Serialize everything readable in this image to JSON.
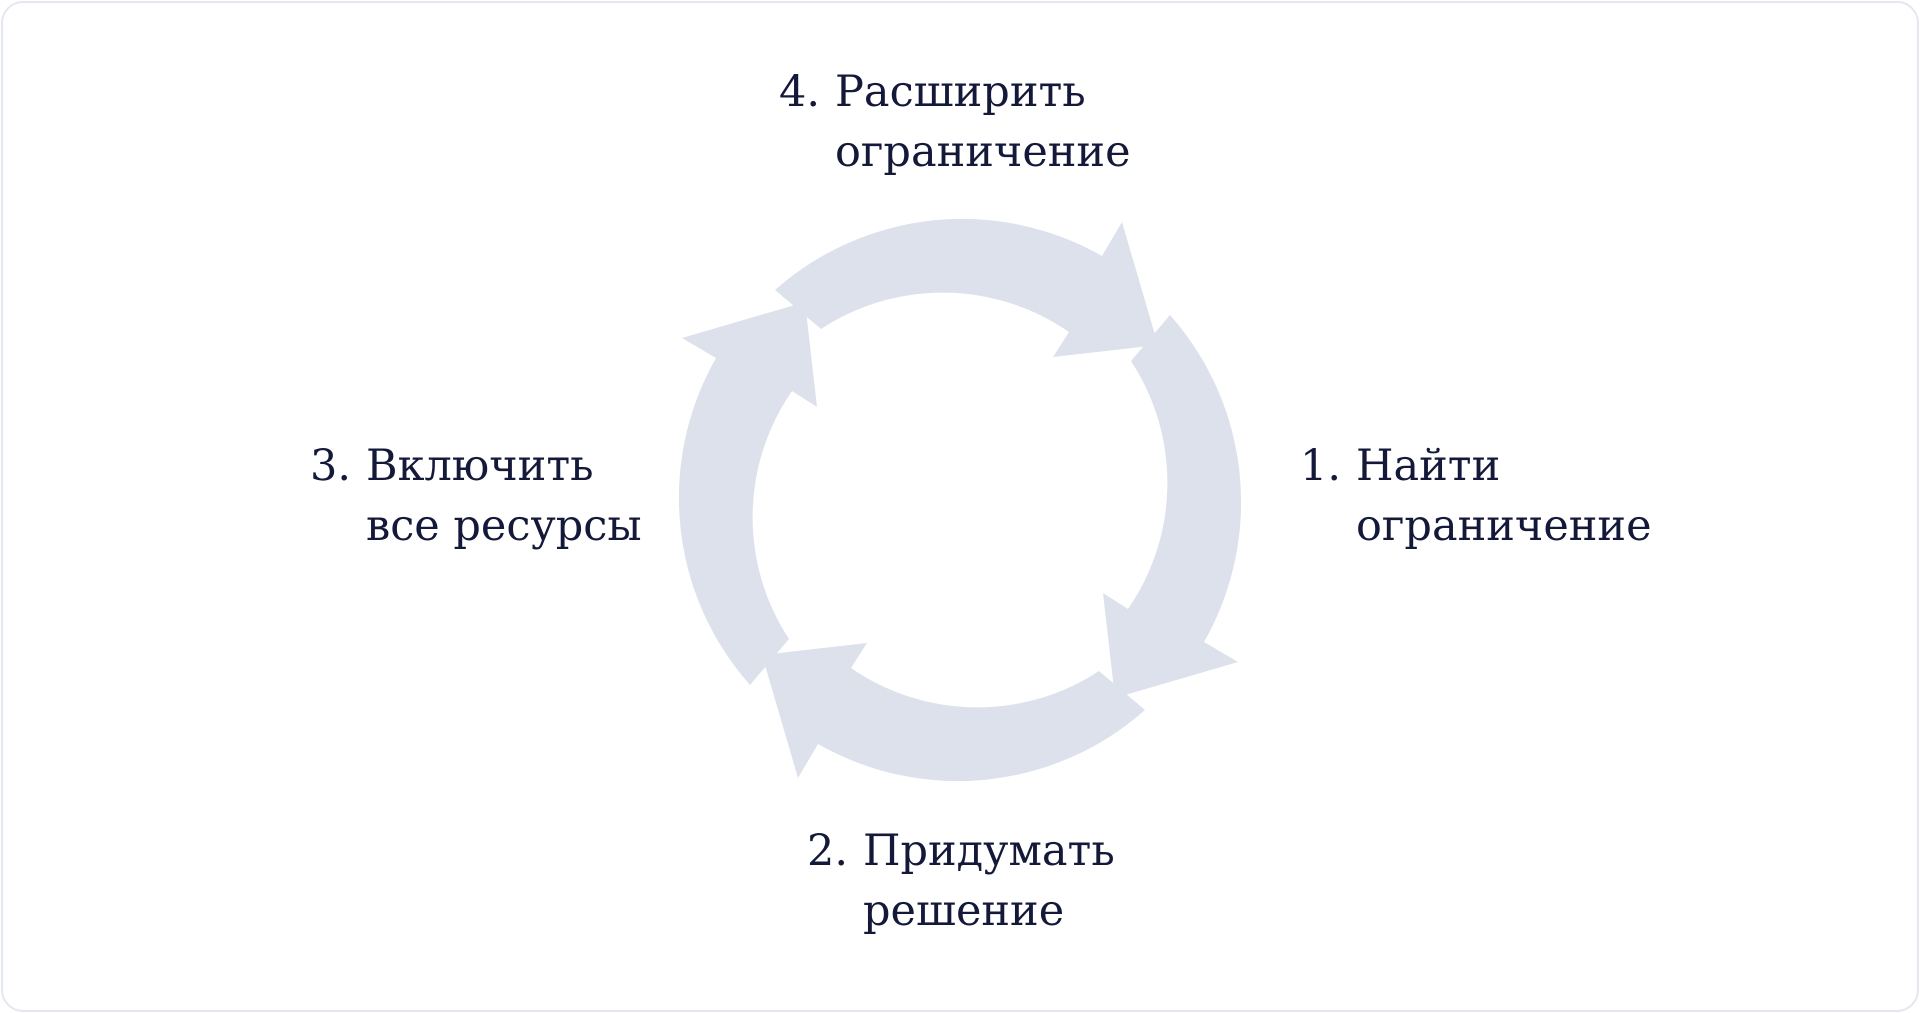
{
  "diagram": {
    "type": "cycle",
    "arrow_color": "#dce1ec",
    "text_color": "#14193a",
    "border_color": "#e3e7ef",
    "steps": [
      {
        "number": "1.",
        "line1": "Найти",
        "line2": "ограничение",
        "position": "right"
      },
      {
        "number": "2.",
        "line1": "Придумать",
        "line2": "решение",
        "position": "bottom"
      },
      {
        "number": "3.",
        "line1": "Включить",
        "line2": "все ресурсы",
        "position": "left"
      },
      {
        "number": "4.",
        "line1": "Расширить",
        "line2": "ограничение",
        "position": "top"
      }
    ],
    "arrows": [
      {
        "id": "top-right-arrow",
        "direction": "clockwise"
      },
      {
        "id": "right-bottom-arrow",
        "direction": "clockwise"
      },
      {
        "id": "bottom-left-arrow",
        "direction": "clockwise"
      },
      {
        "id": "left-top-arrow",
        "direction": "clockwise"
      }
    ]
  }
}
